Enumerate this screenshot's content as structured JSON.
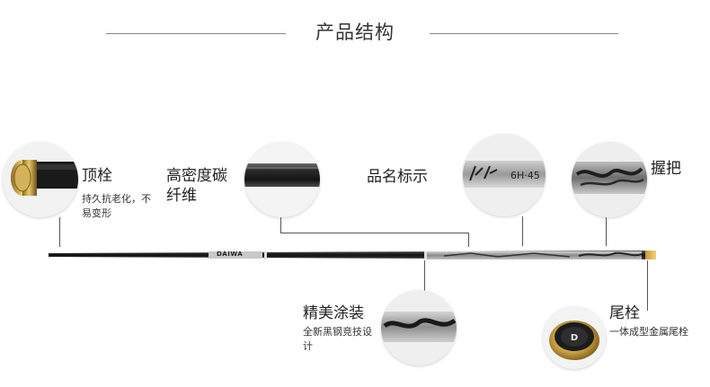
{
  "header": {
    "title": "产品结构"
  },
  "rod": {
    "brand": "DAIWA",
    "code": "6H·45"
  },
  "parts": {
    "top_cap": {
      "label": "顶栓",
      "desc_line1": "持久抗老化，不",
      "desc_line2": "易变形"
    },
    "carbon": {
      "label_line1": "高密度碳",
      "label_line2": "纤维"
    },
    "product_name": {
      "label": "品名标示"
    },
    "grip": {
      "label": "握把"
    },
    "coating": {
      "label": "精美涂装",
      "desc_line1": "全新黑钢竞技设",
      "desc_line2": "计"
    },
    "tail_cap": {
      "label": "尾栓",
      "desc": "一体成型金属尾栓"
    }
  }
}
